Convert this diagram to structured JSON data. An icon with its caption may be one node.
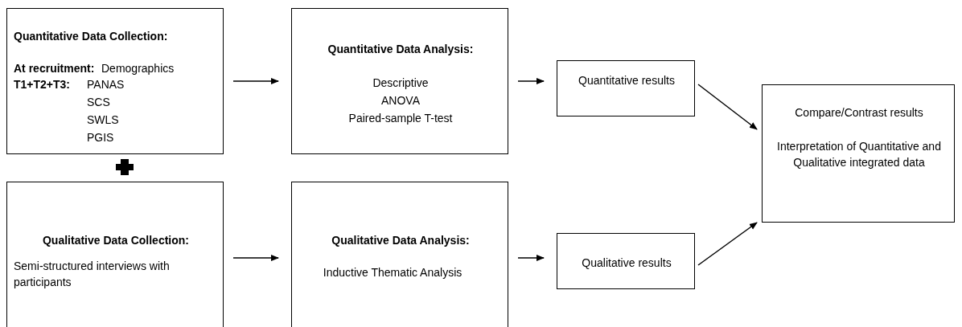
{
  "diagram": {
    "nodes": [
      {
        "text": [
          "Quantitative Data Collection:",
          "At recruitment:",
          "Demographics",
          "T1+T2+T3:",
          "PANAS",
          "SCS",
          "SWLS",
          "PGIS"
        ]
      },
      {
        "text": [
          "Quantitative Data Analysis:",
          "Descriptive",
          "ANOVA",
          "Paired-sample T-test"
        ]
      },
      {
        "text": [
          "Quantitative results"
        ]
      },
      {
        "text": [
          "Compare/Contrast results",
          "Interpretation of Quantitative and Qualitative integrated data"
        ]
      },
      {
        "text": [
          "Qualitative Data Collection:",
          "Semi-structured interviews with participants"
        ]
      },
      {
        "text": [
          "Qualitative Data Analysis:",
          "Inductive Thematic Analysis"
        ]
      },
      {
        "text": [
          "Qualitative results"
        ]
      }
    ],
    "edges": [
      {
        "from": 0,
        "to": 1,
        "arrow": "to"
      },
      {
        "from": 1,
        "to": 2,
        "arrow": "to"
      },
      {
        "from": 2,
        "to": 3,
        "arrow": "to"
      },
      {
        "from": 4,
        "to": 5,
        "arrow": "to"
      },
      {
        "from": 5,
        "to": 6,
        "arrow": "to"
      },
      {
        "from": 6,
        "to": 3,
        "arrow": "to"
      }
    ]
  }
}
